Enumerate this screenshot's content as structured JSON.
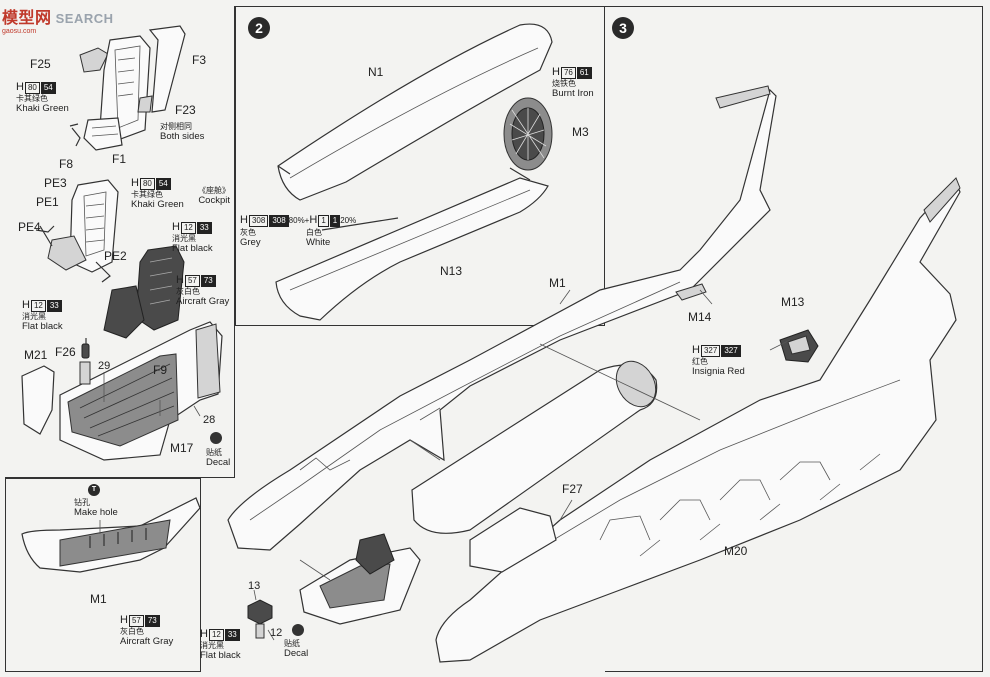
{
  "watermark": {
    "text": "SEARCH",
    "cn": "模型网",
    "url": "gaosu.com"
  },
  "steps": {
    "s2": "2",
    "s3": "3"
  },
  "panel1": {
    "parts": {
      "F25": "F25",
      "F3": "F3",
      "F23": "F23",
      "F8": "F8",
      "F1": "F1",
      "PE3": "PE3",
      "PE1": "PE1",
      "PE4": "PE4",
      "PE2": "PE2",
      "F26": "F26",
      "M21": "M21",
      "F9": "F9",
      "M17": "M17",
      "n29": "29",
      "n28": "28"
    },
    "paint_khaki_a": {
      "h": "H",
      "a": "80",
      "b": "54",
      "cn": "卡其绿色",
      "en": "Khaki Green"
    },
    "paint_khaki_b": {
      "h": "H",
      "a": "80",
      "b": "54",
      "cn": "卡其绿色",
      "en": "Khaki Green"
    },
    "paint_flat_a": {
      "h": "H",
      "a": "12",
      "b": "33",
      "cn": "消光黑",
      "en": "Flat black"
    },
    "paint_flat_b": {
      "h": "H",
      "a": "12",
      "b": "33",
      "cn": "消光黑",
      "en": "Flat black"
    },
    "paint_acgray": {
      "h": "H",
      "a": "57",
      "b": "73",
      "cn": "灰白色",
      "en": "Aircraft Gray"
    },
    "both_sides": {
      "cn": "对侧相同",
      "en": "Both sides"
    },
    "cockpit": {
      "cn": "《座舱》",
      "en": "Cockpit"
    },
    "decal": {
      "cn": "贴纸",
      "en": "Decal"
    }
  },
  "panel2": {
    "parts": {
      "N1": "N1",
      "M3": "M3",
      "N13": "N13"
    },
    "paint_burnt": {
      "h": "H",
      "a": "76",
      "b": "61",
      "cn": "烧铁色",
      "en": "Burnt Iron"
    },
    "paint_mix": {
      "h1": "H",
      "a1": "308",
      "b1": "308",
      "p1": "80%+",
      "h2": "H",
      "a2": "1",
      "b2": "1",
      "p2": "20%"
    },
    "grey": {
      "cn": "灰色",
      "en": "Grey"
    },
    "white": {
      "cn": "白色",
      "en": "White"
    }
  },
  "panel3": {
    "parts": {
      "M1": "M1",
      "M14": "M14",
      "M13": "M13",
      "F27": "F27",
      "M20": "M20"
    },
    "paint_red": {
      "h": "H",
      "a": "327",
      "b": "327",
      "cn": "红色",
      "en": "Insignia Red"
    }
  },
  "panel4": {
    "tool": "T",
    "make_hole": {
      "cn": "钻孔",
      "en": "Make hole"
    },
    "parts": {
      "M1": "M1",
      "n13": "13",
      "n12": "12"
    },
    "paint_acgray": {
      "h": "H",
      "a": "57",
      "b": "73",
      "cn": "灰白色",
      "en": "Aircraft Gray"
    },
    "paint_flat": {
      "h": "H",
      "a": "12",
      "b": "33",
      "cn": "消光黑",
      "en": "Flat black"
    },
    "decal": {
      "cn": "贴纸",
      "en": "Decal"
    }
  }
}
